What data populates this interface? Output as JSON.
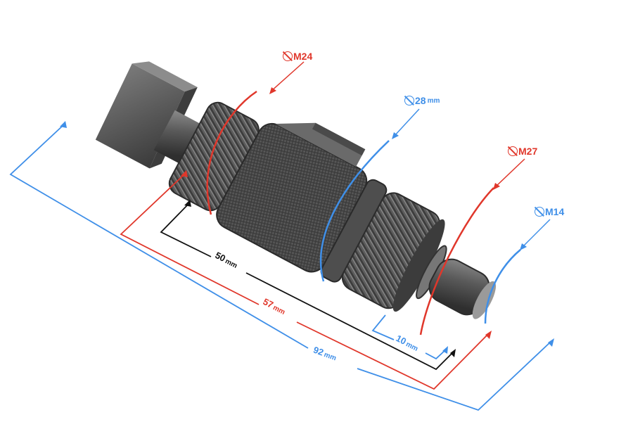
{
  "colors": {
    "red": "#e0372b",
    "blue": "#3f8fe8",
    "black": "#111111",
    "metal": "#5d5d5d"
  },
  "thread_labels": {
    "m24": "M24",
    "m27": "M27",
    "m14": "M14",
    "d28_value": "28",
    "d28_unit": "mm"
  },
  "dimensions": {
    "d50_value": "50",
    "d57_value": "57",
    "d10_value": "10",
    "d92_value": "92",
    "unit": "mm"
  },
  "icons": {
    "diameter": "diameter-symbol-icon"
  }
}
